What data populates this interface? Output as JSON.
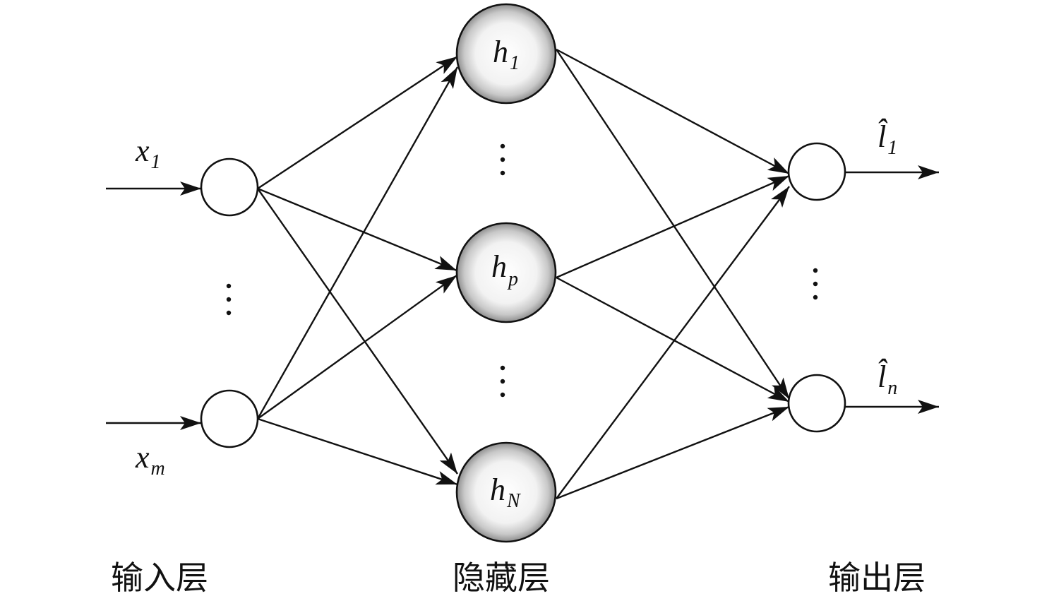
{
  "layers": {
    "input_label": "输入层",
    "hidden_label": "隐藏层",
    "output_label": "输出层"
  },
  "inputs": [
    {
      "base": "x",
      "sub": "1"
    },
    {
      "base": "x",
      "sub": "m"
    }
  ],
  "hidden": [
    {
      "base": "h",
      "sub": "1"
    },
    {
      "base": "h",
      "sub": "p"
    },
    {
      "base": "h",
      "sub": "N"
    }
  ],
  "outputs": [
    {
      "base": "l̂",
      "sub": "1"
    },
    {
      "base": "l̂",
      "sub": "n"
    }
  ],
  "colors": {
    "stroke": "#111111",
    "hidden_fill_center": "#ffffff",
    "hidden_fill_edge": "#9a9a9a"
  }
}
